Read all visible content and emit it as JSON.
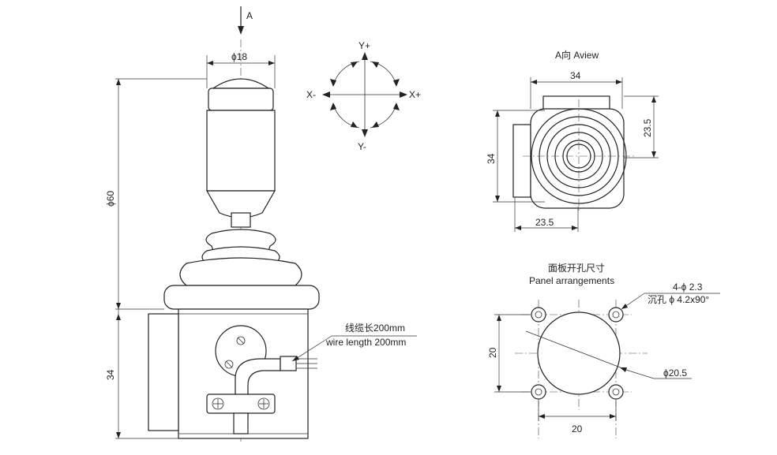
{
  "view_arrow_label": "A",
  "side_view": {
    "top_diameter": "ϕ18",
    "overall_height": "ϕ60",
    "base_height": "34",
    "cable_cn": "线缆长200mm",
    "cable_en": "wire length 200mm"
  },
  "axes": {
    "y_plus": "Y+",
    "y_minus": "Y-",
    "x_plus": "X+",
    "x_minus": "X-"
  },
  "a_view": {
    "title": "A向 Aview",
    "top_width": "34",
    "right_height": "23.5",
    "left_height": "34",
    "bottom_width": "23.5"
  },
  "panel": {
    "title_cn": "面板开孔尺寸",
    "title_en": "Panel arrangements",
    "holes": "4-ϕ 2.3",
    "countersink": "沉孔 ϕ 4.2x90°",
    "center_hole": "ϕ20.5",
    "height": "20",
    "width": "20"
  }
}
